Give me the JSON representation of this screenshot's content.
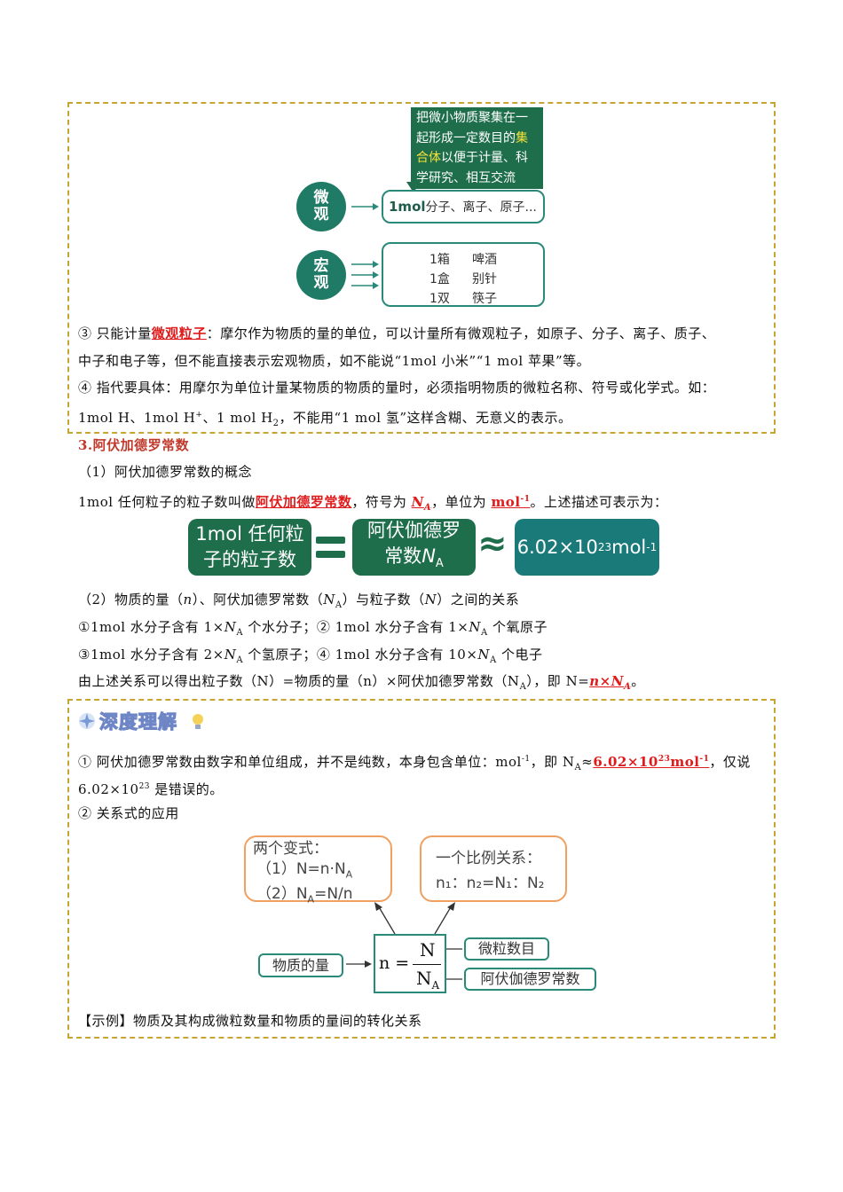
{
  "section1": {
    "tooltip_lines": [
      "把微小物质聚集在一",
      "起形成一定数目的",
      "集",
      "合体",
      "以便于计量、科",
      "学研究、相互交流"
    ],
    "micro": {
      "c1": "微",
      "c2": "观"
    },
    "macro": {
      "c1": "宏",
      "c2": "观"
    },
    "micro_box": {
      "bold": "1mol",
      "rest": "分子、离子、原子..."
    },
    "macro_rows": [
      {
        "unit": "1箱",
        "item": "啤酒"
      },
      {
        "unit": "1盒",
        "item": "别针"
      },
      {
        "unit": "1双",
        "item": "筷子"
      }
    ],
    "p3a_pre": "③ 只能计量",
    "p3a_red": "微观粒子",
    "p3a_post": "：摩尔作为物质的量的单位，可以计量所有微观粒子，如原子、分子、离子、质子、",
    "p3b": "中子和电子等，但不能直接表示宏观物质，如不能说“1mol 小米”“1 mol 苹果”等。",
    "p4a": "④ 指代要具体：用摩尔为单位计量某物质的物质的量时，必须指明物质的微粒名称、符号或化学式。如：",
    "p4b_1": "1mol H、1mol H",
    "p4b_sup": "+",
    "p4b_2": "、1 mol H",
    "p4b_sub": "2",
    "p4b_3": "，不能用“1 mol 氢”这样含糊、无意义的表示。"
  },
  "section2": {
    "heading": "3.阿伏加德罗常数",
    "sub1": "（1）阿伏加德罗常数的概念",
    "def_pre": "1mol 任何粒子的粒子数叫做",
    "def_red": "阿伏加德罗常数",
    "def_mid": "，符号为 ",
    "def_sym": "N",
    "def_sym_sub": "A",
    "def_mid2": "，单位为 ",
    "def_unit": "mol",
    "def_unit_sup": "-1",
    "def_post": "。上述描述可表示为：",
    "eq_box1": [
      "1mol 任何粒",
      "子的粒子数"
    ],
    "eq_box2_l1": "阿伏伽德罗",
    "eq_box2_l2a": "常数",
    "eq_box2_l2b": "N",
    "eq_box2_l2sub": "A",
    "eq_approx": "≈",
    "eq_box3_a": "6.02×10",
    "eq_box3_sup": "23",
    "eq_box3_b": " mol",
    "eq_box3_sup2": "-1",
    "sub2_a": "（2）物质的量（",
    "sub2_n": "n",
    "sub2_b": "）、阿伏加德罗常数（",
    "sub2_N": "N",
    "sub2_sub": "A",
    "sub2_c": "）与粒子数（",
    "sub2_N2": "N",
    "sub2_d": "）之间的关系",
    "rel1": "①1mol 水分子含有 1×N_A 个水分子；② 1mol 水分子含有 1×N_A 个氧原子",
    "rel2": "③1mol 水分子含有 2×N_A 个氢原子；④ 1mol 水分子含有 10×N_A 个电子",
    "conclude_pre": "由上述关系可以得出粒子数（N）=物质的量（n）×阿伏加德罗常数（N",
    "conclude_sub": "A",
    "conclude_mid": "），即 N=",
    "conclude_red": "n×N",
    "conclude_post": "。"
  },
  "section3": {
    "badge": "深度理解",
    "p1a": "① 阿伏加德罗常数由数字和单位组成，并不是纯数，本身包含单位：mol",
    "p1a_sup": "-1",
    "p1a_mid": "，即 N",
    "p1a_sub": "A",
    "p1a_approx": "≈",
    "p1_red": "6.02×10",
    "p1_red_sup": "23",
    "p1_red2": "mol",
    "p1_red_sup2": "-1",
    "p1_tail": "，仅说",
    "p1b": "6.02×10",
    "p1b_sup": "23",
    "p1b_post": " 是错误的。",
    "p2": "② 关系式的应用",
    "var_title": "两个变式：",
    "var1": "（1）N=n·N",
    "var1_sub": "A",
    "var2": "（2）N",
    "var2_sub": "A",
    "var2_post": "=N/n",
    "ratio_title": "一个比例关系：",
    "ratio": "n₁：n₂=N₁：N₂",
    "formula_n": "n =",
    "formula_num": "N",
    "formula_den": "N",
    "formula_den_sub": "A",
    "tag_left": "物质的量",
    "tag_r1": "微粒数目",
    "tag_r2": "阿伏伽德罗常数",
    "example": "【示例】物质及其构成微粒数量和物质的量间的转化关系"
  }
}
